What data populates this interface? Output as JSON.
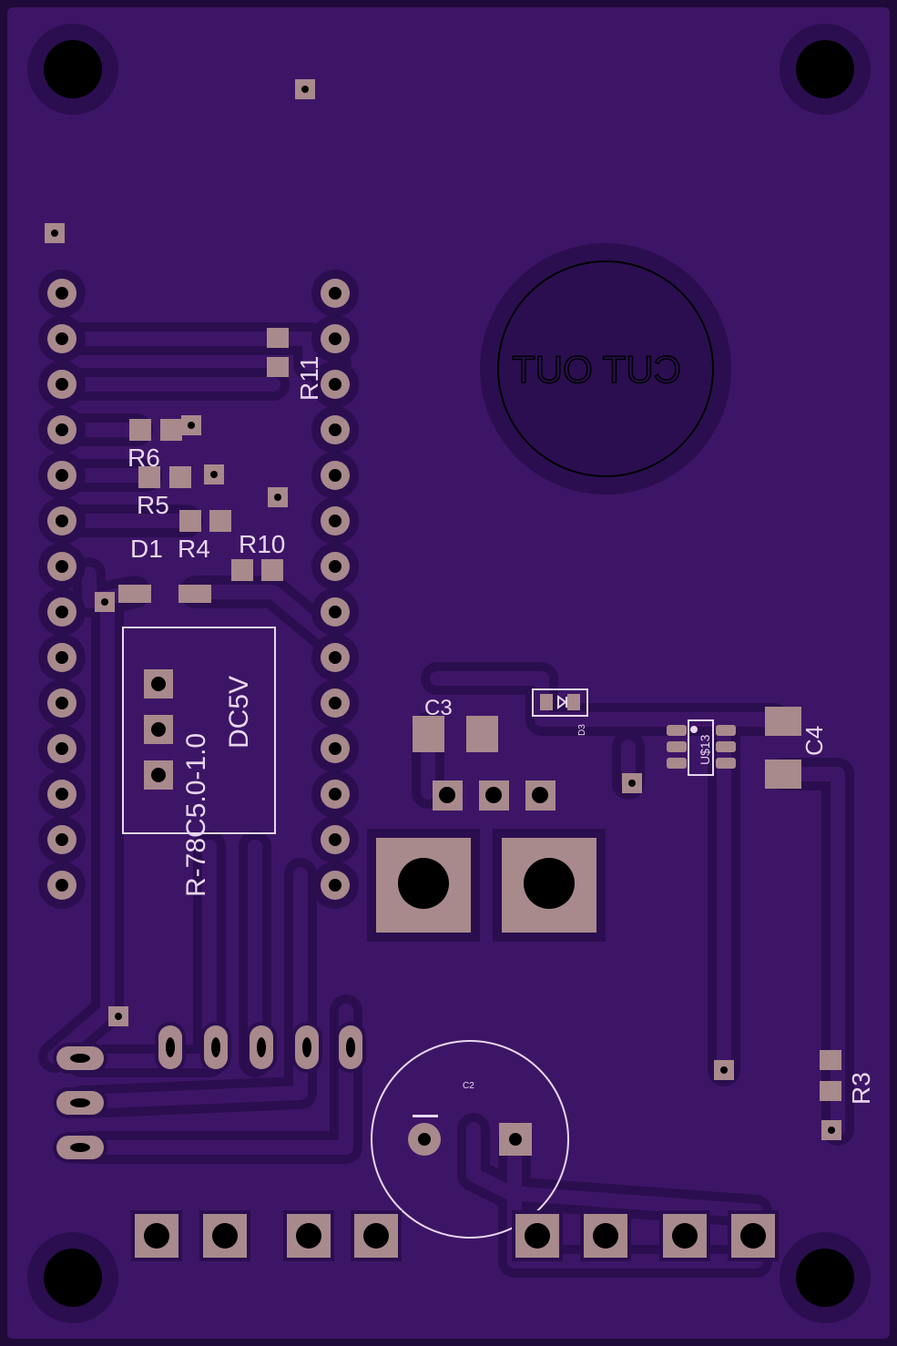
{
  "colors": {
    "board": "#3d1566",
    "edge": "#1f0a3a",
    "trace": "#3d1566",
    "clearance": "#2b0e50",
    "pad": "#a88a8c",
    "drill": "#000000",
    "silk": "#e8d6ee",
    "outline": "#000000"
  },
  "labels": {
    "cutout": "CUT OUT",
    "r11": "R11",
    "r6": "R6",
    "r5": "R5",
    "d1": "D1",
    "r4": "R4",
    "r10": "R10",
    "c3": "C3",
    "d3": "D3",
    "u13": "U$13",
    "c4": "C4",
    "regulator_model": "R-78C5.0-1.0",
    "regulator_voltage": "DC5V",
    "c2": "C2",
    "c2_polarity": "−",
    "r3": "R3"
  }
}
